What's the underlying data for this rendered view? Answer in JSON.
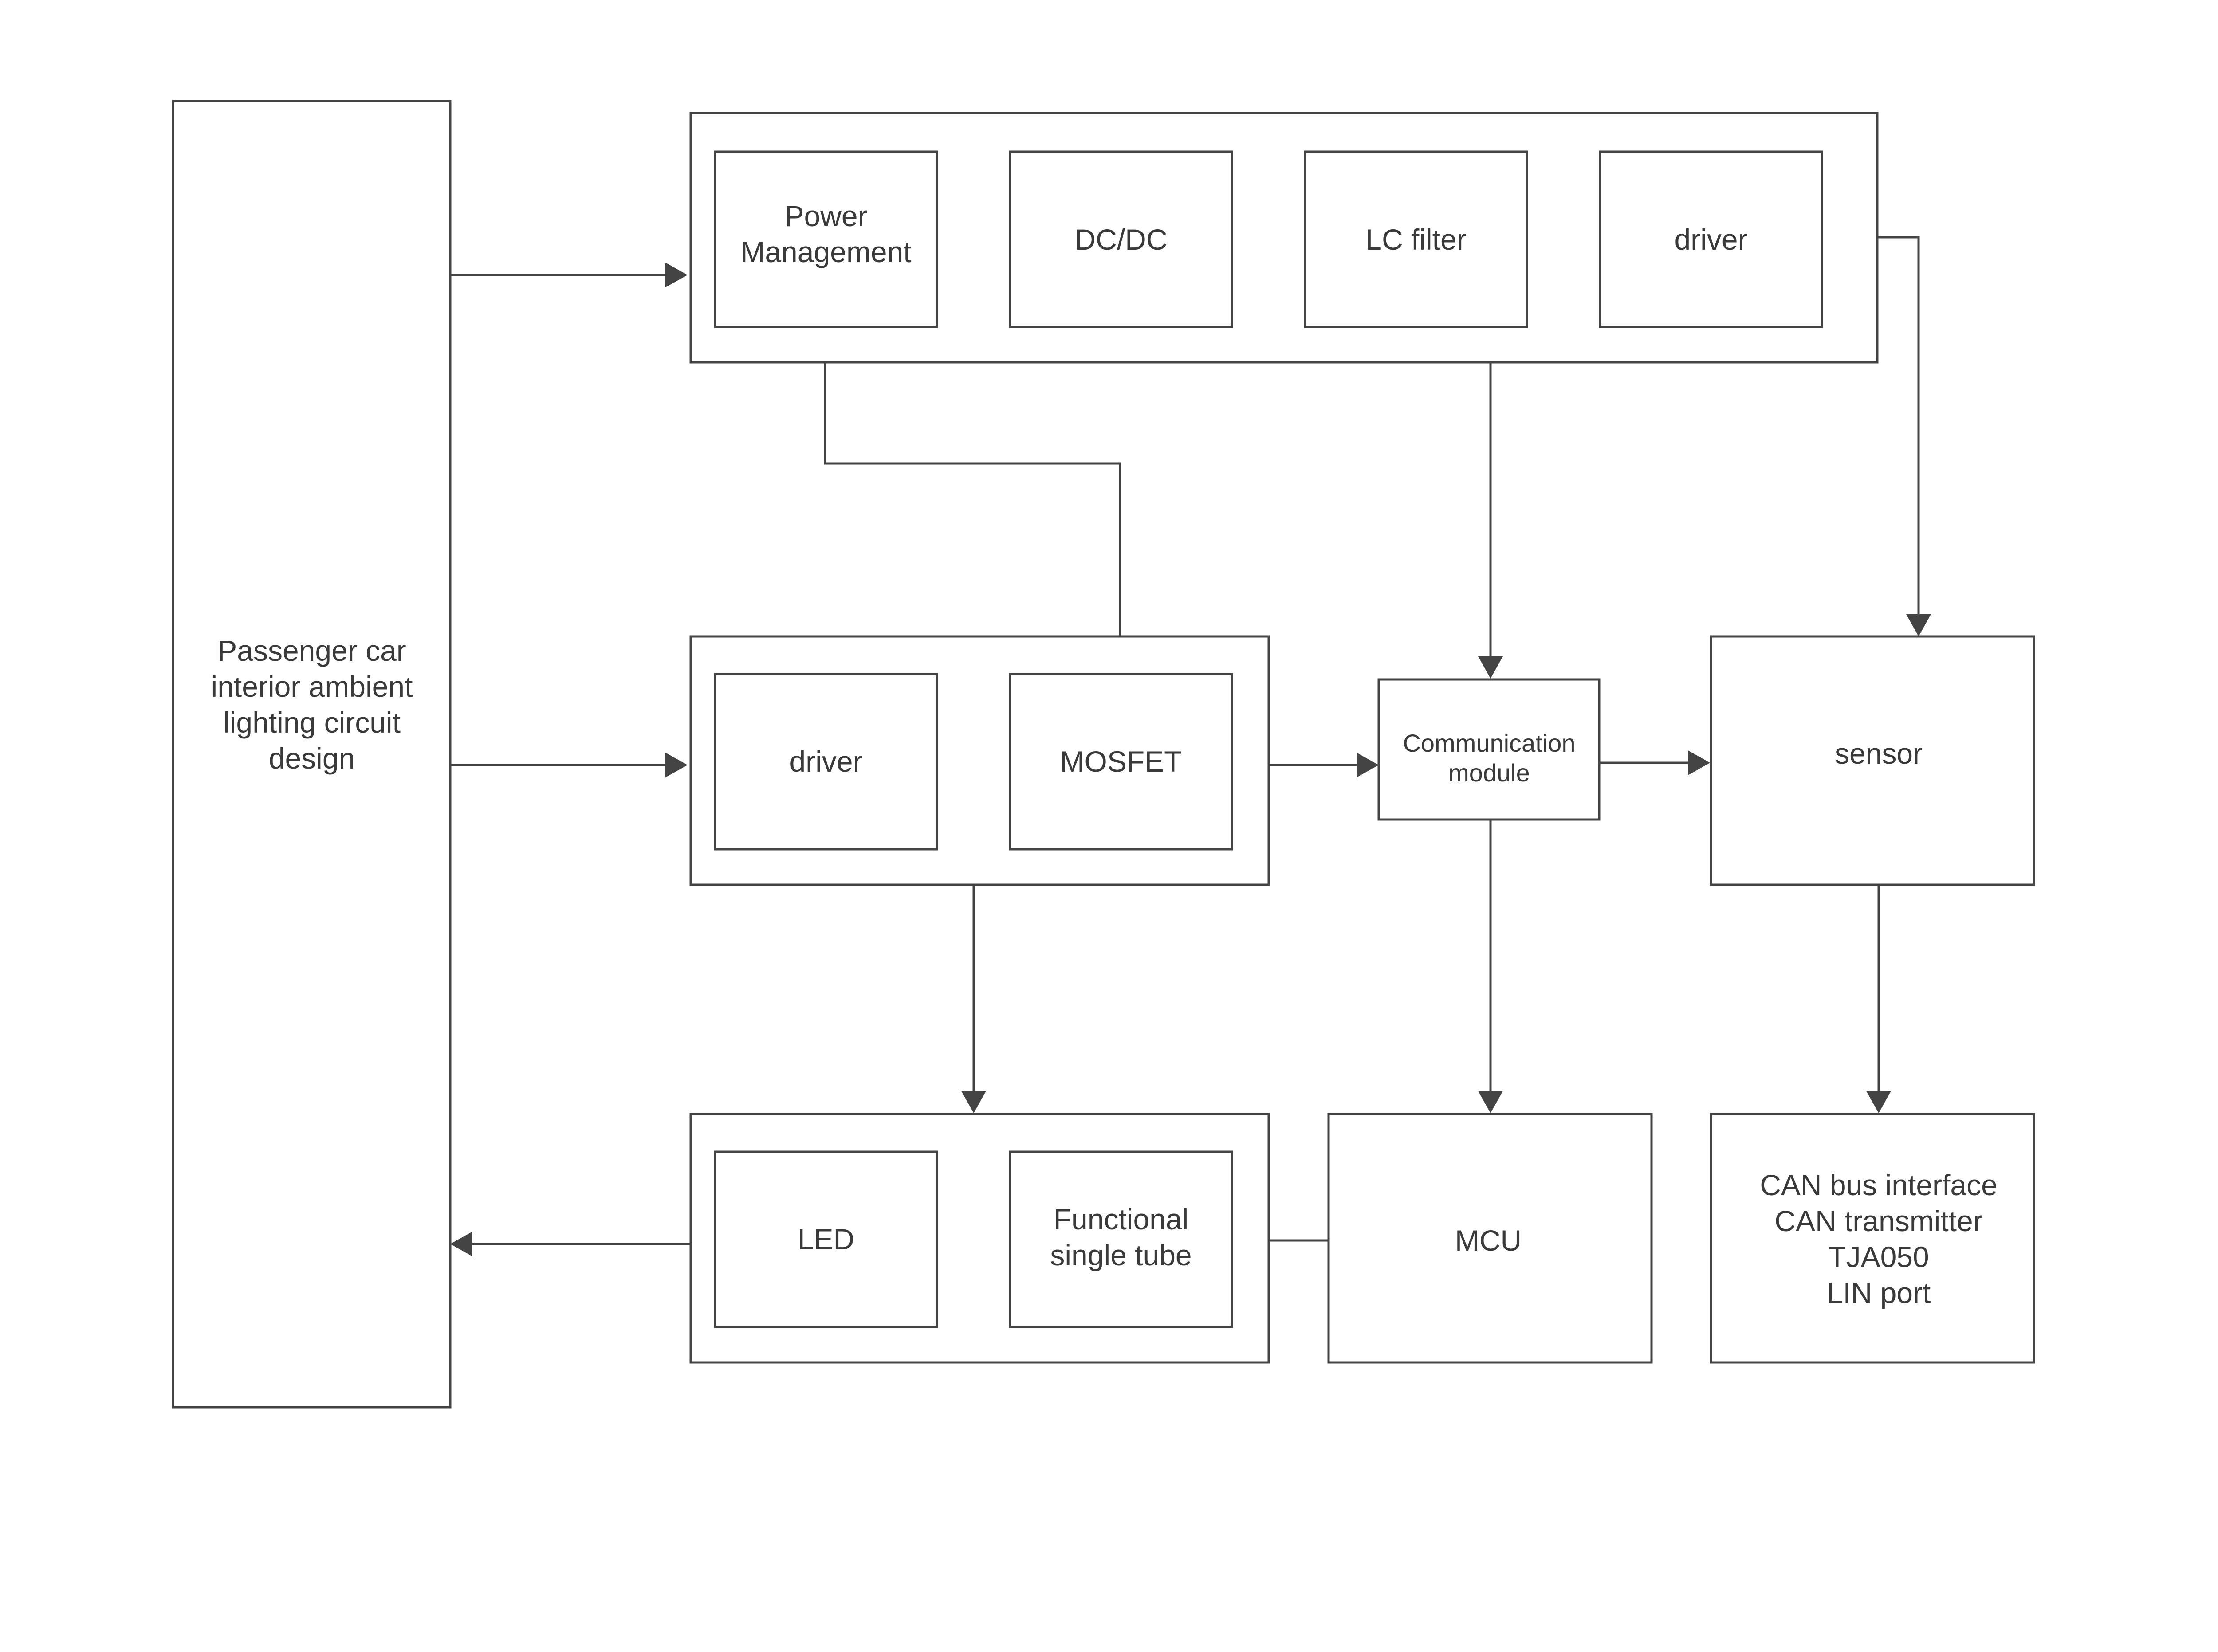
{
  "diagram": {
    "main_block": [
      "Passenger car",
      "interior ambient",
      "lighting circuit",
      "design"
    ],
    "power_group": {
      "power_management": [
        "Power",
        "Management"
      ],
      "dcdc": "DC/DC",
      "lc_filter": "LC filter",
      "driver": "driver"
    },
    "drive_group": {
      "driver": "driver",
      "mosfet": "MOSFET"
    },
    "communication_module": [
      "Communication",
      "module"
    ],
    "sensor": "sensor",
    "output_group": {
      "led": "LED",
      "functional_single_tube": [
        "Functional",
        "single tube"
      ]
    },
    "mcu": "MCU",
    "can_block": [
      "CAN bus interface",
      "CAN transmitter",
      "TJA050",
      "LIN port"
    ]
  },
  "colors": {
    "line": "#444444",
    "text": "#3a3a3a",
    "background": "#ffffff"
  }
}
